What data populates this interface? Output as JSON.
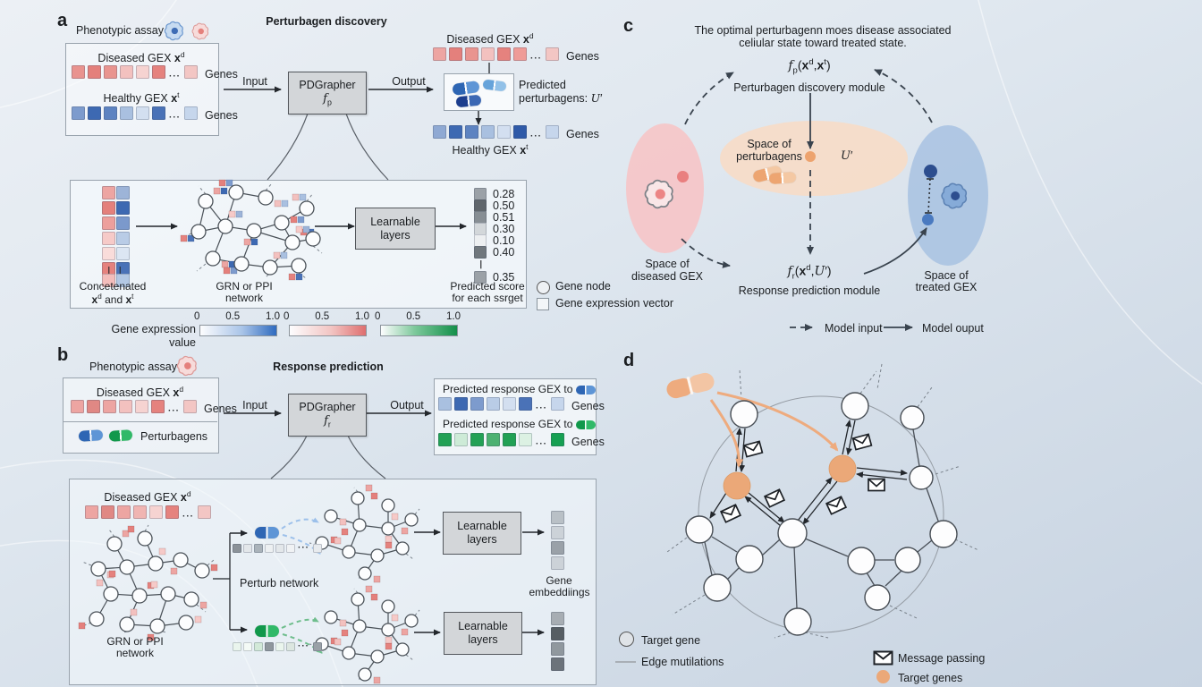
{
  "colors": {
    "accent_orange": "#eeab7e",
    "scale_blue": "#2f6bbf",
    "scale_red": "#df6f6f",
    "scale_green": "#14904a",
    "pink_ellipse": "#f5c5c8",
    "orange_ellipse": "#f5dcc8",
    "blue_ellipse": "#adc5e3"
  },
  "panel_a": {
    "label": "a",
    "assay_label": "Phenotypic assay",
    "title": "Perturbagen discovery",
    "input_label": "Input",
    "output_label": "Output",
    "model_name": "PDGrapher",
    "model_fn": [
      {
        "t": "f",
        "s": "i"
      },
      {
        "t": "p",
        "s": "sub"
      }
    ],
    "genes_label": "Genes",
    "diseased_title": [
      {
        "t": "Diseased GEX "
      },
      {
        "t": "x",
        "s": "b"
      },
      {
        "t": "d",
        "s": "sup"
      }
    ],
    "healthy_title": [
      {
        "t": "Healthy GEX "
      },
      {
        "t": "x",
        "s": "b"
      },
      {
        "t": "t",
        "s": "sup"
      }
    ],
    "diseased_squares": [
      "#e9938f",
      "#e4807c",
      "#e9948f",
      "#f3c1bf",
      "#f6d3d1",
      "#e5827e",
      "…",
      "#f3c6c4"
    ],
    "healthy_squares": [
      "#7d9bcd",
      "#3d69b2",
      "#5d83c1",
      "#a9c0e0",
      "#d3dff0",
      "#4a72b7",
      "…",
      "#c6d6ec"
    ],
    "flow": {
      "predicted_line1": "Predicted",
      "predicted_line2": [
        {
          "t": "perturbagens: "
        },
        {
          "t": "U",
          "s": "u"
        },
        {
          "t": "′"
        }
      ],
      "diseased_squares": [
        "#eda5a2",
        "#e4807c",
        "#e9948f",
        "#f3c1bf",
        "#e5827e",
        "#ef9b97",
        "…",
        "#f3c6c4"
      ],
      "healthy_squares": [
        "#8fa9d3",
        "#3d69b2",
        "#5d83c1",
        "#a9c0e0",
        "#d3dff0",
        "#2f5aa8",
        "…",
        "#c6d6ec"
      ]
    },
    "detail": {
      "concat_line1": "Concetenated",
      "concat_line2": [
        {
          "t": "x",
          "s": "b"
        },
        {
          "t": "d",
          "s": "sup"
        },
        {
          "t": " and "
        },
        {
          "t": "x",
          "s": "b"
        },
        {
          "t": "t",
          "s": "sup"
        }
      ],
      "concat_col_red": [
        "#eda5a2",
        "#e4807c",
        "#ed9f9c",
        "#f6cac8",
        "#f9dcda",
        "#e5827e"
      ],
      "concat_col_blue": [
        "#9db4d8",
        "#3d69b2",
        "#7b99cc",
        "#b9cce6",
        "#dce6f3",
        "#4a72b7"
      ],
      "concat_last_red": [
        "#f3bdbb"
      ],
      "concat_last_blue": [
        "#b3c8e4"
      ],
      "grn_line1": "GRN or PPI",
      "grn_line2": "network",
      "learnable_line1": "Learnable",
      "learnable_line2": "layers",
      "scores": [
        [
          "#9ba1a7",
          "0.28"
        ],
        [
          "#60666c",
          "0.50"
        ],
        [
          "#878e94",
          "0.51"
        ],
        [
          "#d3d7da",
          "0.30"
        ],
        [
          "#edeff1",
          "0.10"
        ],
        [
          "#70777d",
          "0.40"
        ],
        [
          "dots",
          ""
        ],
        [
          "#9ba1a7",
          "0.35"
        ]
      ],
      "score_label_line1": "Predicted score",
      "score_label_line2": "for each ssrget"
    },
    "legend": {
      "gene_node": "Gene node",
      "gene_vector": "Gene expression vector"
    },
    "scale": {
      "label": "Gene expression value",
      "ticks": [
        "0",
        "0.5",
        "1.0"
      ]
    }
  },
  "panel_b": {
    "label": "b",
    "assay_label": "Phenotypic assay",
    "title": "Response prediction",
    "input_label": "Input",
    "output_label": "Output",
    "model_name": "PDGrapher",
    "model_fn": [
      {
        "t": "f",
        "s": "i"
      },
      {
        "t": "r",
        "s": "sub"
      }
    ],
    "genes_label": "Genes",
    "diseased_title": [
      {
        "t": "Diseased GEX "
      },
      {
        "t": "x",
        "s": "b"
      },
      {
        "t": "d",
        "s": "sup"
      }
    ],
    "perturbagens_label": "Perturbagens",
    "diseased_squares": [
      "#eda5a2",
      "#e08884",
      "#eda5a2",
      "#f3c1bf",
      "#f6d3d1",
      "#e5827e",
      "…",
      "#f3c6c4"
    ],
    "response_line": "Predicted response GEX to",
    "response_blue_squares": [
      "#a9c0e0",
      "#3d69b2",
      "#7d9bcd",
      "#b9cce6",
      "#d3dff0",
      "#4a72b7",
      "…",
      "#c6d6ec"
    ],
    "response_green_squares": [
      "#22a155",
      "#cdebd7",
      "#23a155",
      "#4cb171",
      "#22a155",
      "#dcf1e3",
      "…",
      "#16a052"
    ],
    "detail": {
      "diseased_title": [
        {
          "t": "Diseased GEX "
        },
        {
          "t": "x",
          "s": "b"
        },
        {
          "t": "d",
          "s": "sup"
        }
      ],
      "diseased_squares": [
        "#eda5a2",
        "#e08884",
        "#eda5a2",
        "#f0b5b2",
        "#f6d3d1",
        "#e5827e",
        "…",
        "#f3c6c4"
      ],
      "grn_line1": "GRN or PPI",
      "grn_line2": "network",
      "perturb_label": "Perturb network",
      "vector_blue": [
        "#8b9298",
        "#e3e7ea",
        "#aab3ba",
        "#edf0f2",
        "#e3e7ea",
        "#f0f2f4",
        "…",
        "#e8ebee"
      ],
      "vector_green": [
        "#eaf5ed",
        "#f4faf6",
        "#d2e9d8",
        "#8f979d",
        "#eaf5ed",
        "#dce6e0",
        "…",
        "#9aa1a7"
      ],
      "learnable_line1": "Learnable",
      "learnable_line2": "layers",
      "emb_top": [
        "#b9c0c6",
        "#ccd2d8",
        "#9aa1a8",
        "#ccd2d8"
      ],
      "emb_bottom": [
        "#a7adb3",
        "#565d63",
        "#90989e",
        "#6c737a"
      ],
      "emb_label_line1": "Gene",
      "emb_label_line2": "embeddiings"
    }
  },
  "panel_c": {
    "label": "c",
    "caption_line1": "The optimal perturbagenn moes disease associated",
    "caption_line2": "celiular state toward treated state.",
    "fp_formula": [
      {
        "t": "f",
        "s": "i"
      },
      {
        "t": "p",
        "s": "sub"
      },
      {
        "t": "("
      },
      {
        "t": "x",
        "s": "b"
      },
      {
        "t": "d",
        "s": "sup"
      },
      {
        "t": ","
      },
      {
        "t": "x",
        "s": "b"
      },
      {
        "t": "t",
        "s": "sup"
      },
      {
        "t": ")"
      }
    ],
    "module_discovery": "Perturbagen discovery module",
    "space_pert_line1": "Space of",
    "space_pert_line2": "perturbagens",
    "u_prime": [
      {
        "t": "U",
        "s": "u"
      },
      {
        "t": "′"
      }
    ],
    "space_diseased_line1": "Space of",
    "space_diseased_line2": "diseased GEX",
    "fr_formula": [
      {
        "t": "f",
        "s": "i"
      },
      {
        "t": "r",
        "s": "sub"
      },
      {
        "t": "("
      },
      {
        "t": "x",
        "s": "b"
      },
      {
        "t": "d",
        "s": "sup"
      },
      {
        "t": ","
      },
      {
        "t": "U",
        "s": "u"
      },
      {
        "t": "′"
      },
      {
        "t": ")"
      }
    ],
    "module_response": "Response prediction module",
    "space_treated_line1": "Space of",
    "space_treated_line2": "treated GEX",
    "legend_input": "Model input",
    "legend_output": "Model ouput"
  },
  "panel_d": {
    "label": "d",
    "legend_target_gene": "Target gene",
    "legend_edge": "Edge mutilations",
    "legend_message": "Message passing",
    "legend_targets": "Target genes"
  }
}
